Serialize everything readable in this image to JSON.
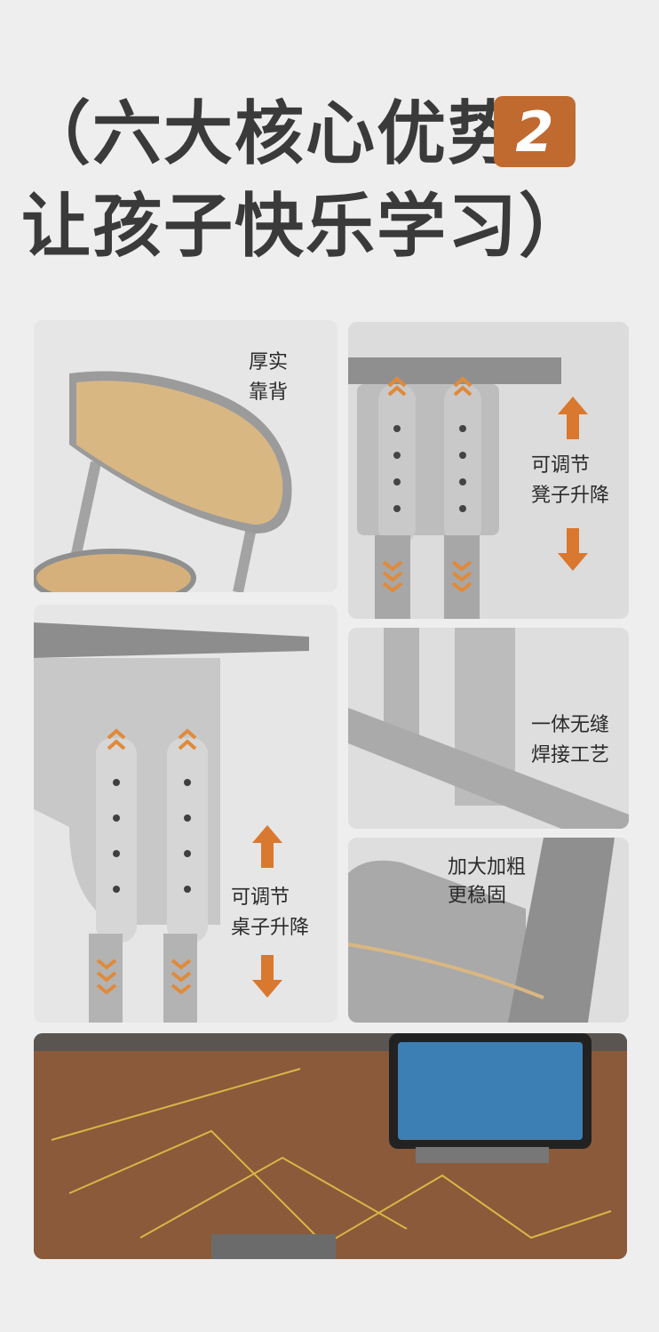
{
  "heading": {
    "line1": "（六大核心优势",
    "badge": "2",
    "line2": "让孩子快乐学习）"
  },
  "cards": {
    "backrest": {
      "line1": "厚实",
      "line2": "靠背"
    },
    "stool_lift": {
      "line1": "可调节",
      "line2": "凳子升降"
    },
    "desk_lift": {
      "line1": "可调节",
      "line2": "桌子升降"
    },
    "weld": {
      "line1": "一体无缝",
      "line2": "焊接工艺"
    },
    "thicken": {
      "line1": "加大加粗",
      "line2": "更稳固"
    }
  },
  "colors": {
    "accent": "#c06a2f",
    "arrow": "#d9782f",
    "metal": "#a9a9a9",
    "wood": "#d9b783"
  }
}
